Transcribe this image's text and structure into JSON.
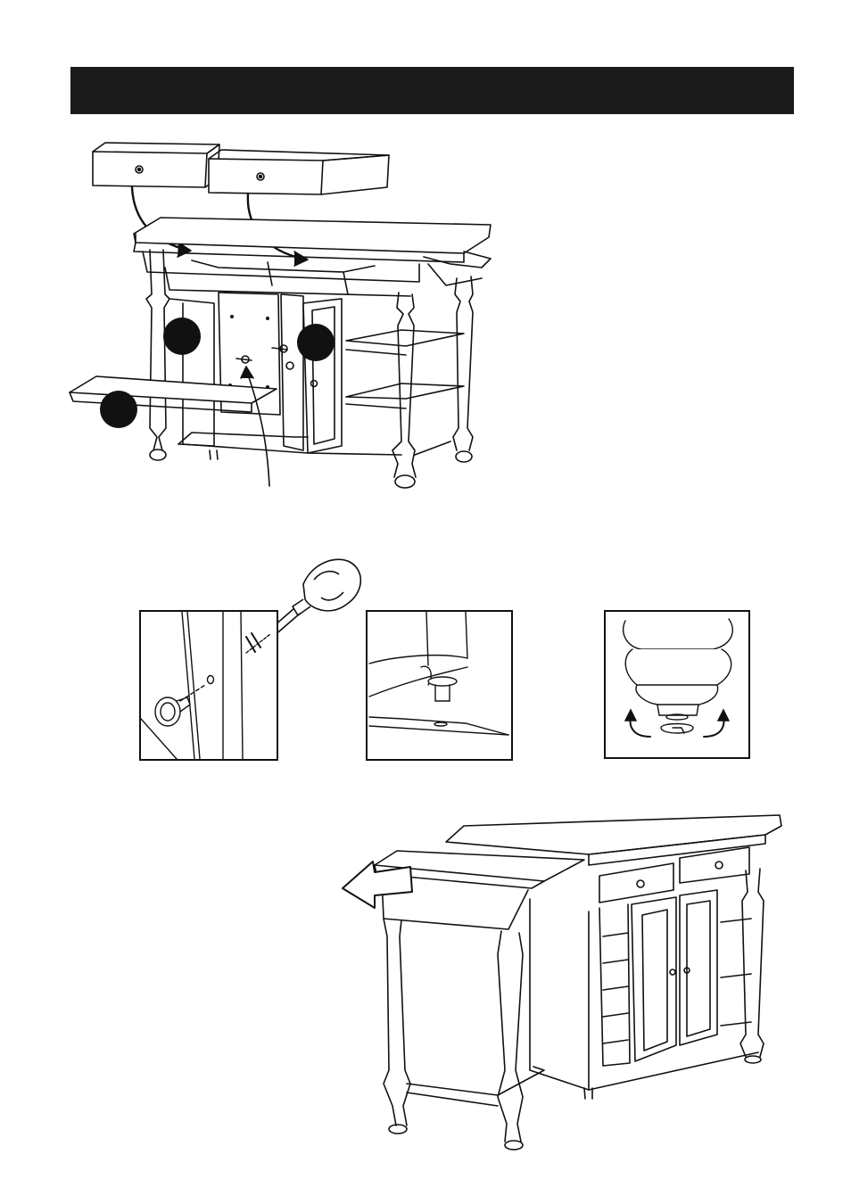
{
  "page": {
    "header_bar_color": "#1a1a1a",
    "line_color": "#111111"
  },
  "illustrations": {
    "main": "kitchen-island-assembly-view",
    "details": [
      "knob-installation",
      "glide-insertion",
      "caster-lock-turn"
    ],
    "bottom": "drop-leaf-extension-view"
  }
}
